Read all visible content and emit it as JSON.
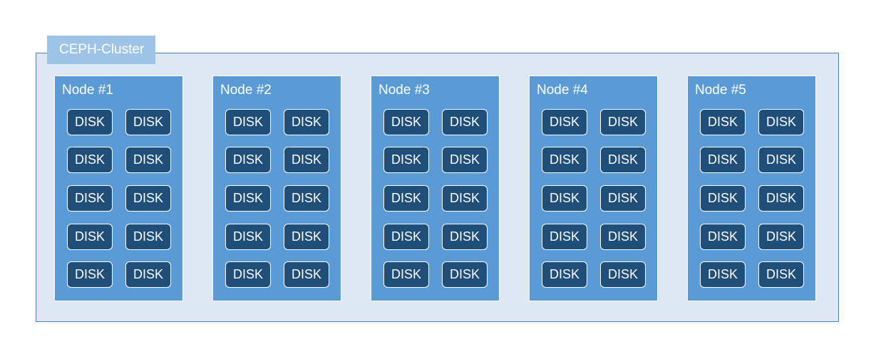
{
  "cluster": {
    "label": "CEPH-Cluster",
    "nodes": [
      {
        "label": "Node #1",
        "disks": [
          "DISK",
          "DISK",
          "DISK",
          "DISK",
          "DISK",
          "DISK",
          "DISK",
          "DISK",
          "DISK",
          "DISK"
        ]
      },
      {
        "label": "Node #2",
        "disks": [
          "DISK",
          "DISK",
          "DISK",
          "DISK",
          "DISK",
          "DISK",
          "DISK",
          "DISK",
          "DISK",
          "DISK"
        ]
      },
      {
        "label": "Node #3",
        "disks": [
          "DISK",
          "DISK",
          "DISK",
          "DISK",
          "DISK",
          "DISK",
          "DISK",
          "DISK",
          "DISK",
          "DISK"
        ]
      },
      {
        "label": "Node #4",
        "disks": [
          "DISK",
          "DISK",
          "DISK",
          "DISK",
          "DISK",
          "DISK",
          "DISK",
          "DISK",
          "DISK",
          "DISK"
        ]
      },
      {
        "label": "Node #5",
        "disks": [
          "DISK",
          "DISK",
          "DISK",
          "DISK",
          "DISK",
          "DISK",
          "DISK",
          "DISK",
          "DISK",
          "DISK"
        ]
      }
    ]
  },
  "colors": {
    "cluster_fill": "#dde8f4",
    "cluster_border": "#4f81bd",
    "cluster_tab": "#9dc3e6",
    "node_fill": "#5b9bd5",
    "disk_fill": "#1f4e79",
    "text": "#ffffff"
  }
}
